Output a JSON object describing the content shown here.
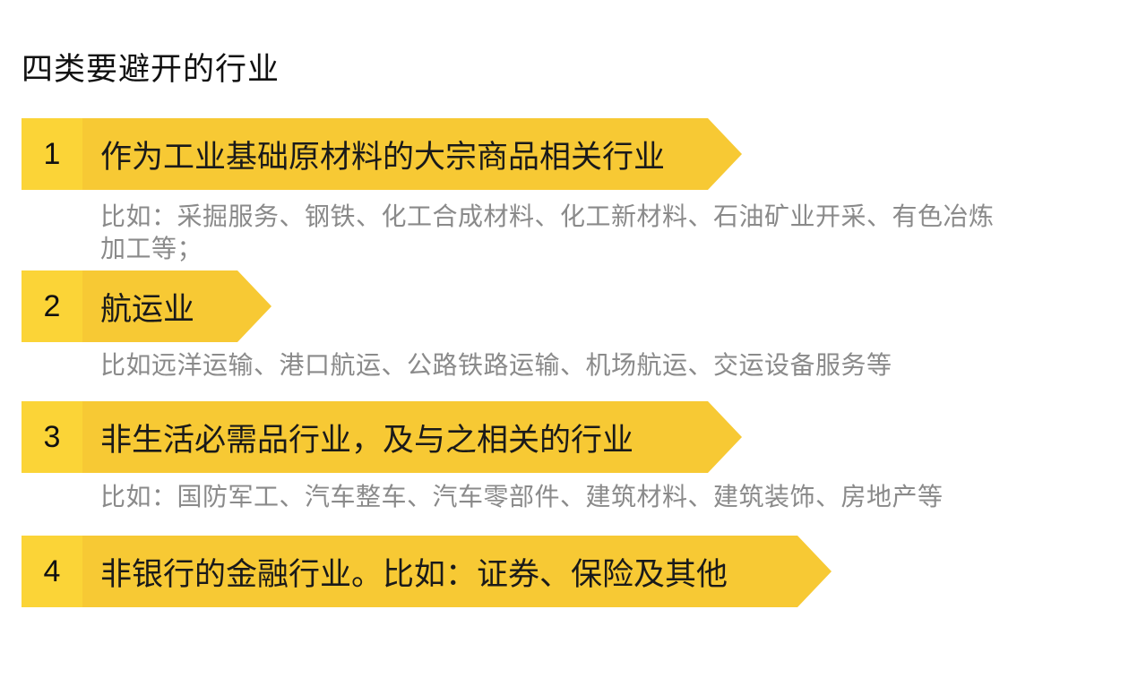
{
  "title": "四类要避开的行业",
  "colors": {
    "number_box": "#fbd437",
    "arrow": "#f7c934",
    "heading_text": "#1a1a1a",
    "description_text": "#8a8a8a"
  },
  "items": [
    {
      "number": "1",
      "heading": "作为工业基础原材料的大宗商品相关行业",
      "description_line1": "比如：采掘服务、钢铁、化工合成材料、化工新材料、石油矿业开采、有色冶炼",
      "description_line2": "加工等；"
    },
    {
      "number": "2",
      "heading": "航运业",
      "description_line1": "比如远洋运输、港口航运、公路铁路运输、机场航运、交运设备服务等"
    },
    {
      "number": "3",
      "heading": "非生活必需品行业，及与之相关的行业",
      "description_line1": "比如：国防军工、汽车整车、汽车零部件、建筑材料、建筑装饰、房地产等"
    },
    {
      "number": "4",
      "heading": "非银行的金融行业。比如：证券、保险及其他"
    }
  ]
}
